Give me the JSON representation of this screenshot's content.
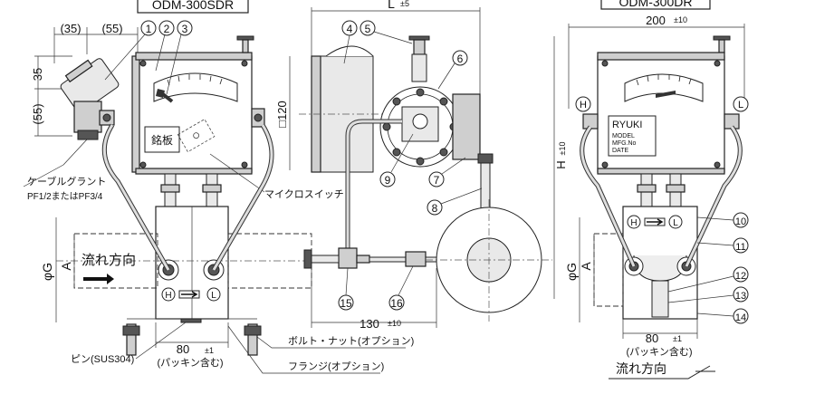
{
  "titles": {
    "left": "ODM-300SDR",
    "right": "ODM-300DR"
  },
  "dimensions": {
    "d35_top": "(35)",
    "d55_top": "(55)",
    "d35_side": "35",
    "d55_side": "(55)",
    "L": "L",
    "L_tol": "±5",
    "sq120": "□120",
    "H": "H",
    "H_tol": "±10",
    "w200": "200",
    "w200_tol": "±10",
    "w130": "130",
    "w130_tol": "±10",
    "w80_left": "80",
    "w80_left_tol": "±1",
    "w80_right": "80",
    "w80_right_tol": "±1",
    "phiG": "φG",
    "A": "A"
  },
  "callouts": [
    "1",
    "2",
    "3",
    "4",
    "5",
    "6",
    "7",
    "8",
    "9",
    "10",
    "11",
    "12",
    "13",
    "14",
    "15",
    "16"
  ],
  "labels": {
    "nameplate": "銘板",
    "cable_gland": "ケーブルグラント",
    "cable_gland_spec": "PF1/2またはPF3/4",
    "micro_switch": "マイクロスイッチ",
    "flow_direction": "流れ方向",
    "flow_direction_right": "流れ方向",
    "pin": "ピン(SUS304)",
    "bolt_nut": "ボルト・ナット(オプション)",
    "flange": "フランジ(オプション)",
    "packing_left": "(パッキン含む)",
    "packing_right": "(パッキン含む)"
  },
  "nameplate_right": {
    "brand": "RYUKI",
    "line1": "MODEL",
    "line2": "MFG.No",
    "line3": "DATE"
  },
  "markers": {
    "H": "H",
    "L": "L"
  }
}
